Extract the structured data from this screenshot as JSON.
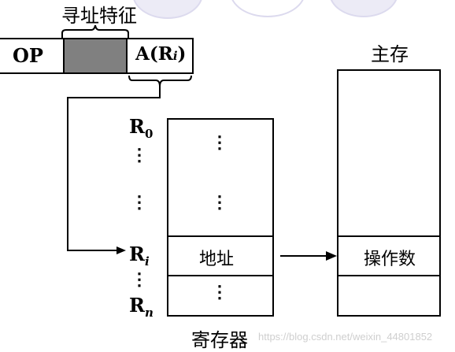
{
  "addressing_title": "寻址特征",
  "instruction": {
    "op": "OP",
    "addr_prefix": "A(R",
    "addr_sub": "i",
    "addr_suffix": ")"
  },
  "memory_title": "主存",
  "registers": {
    "r0": "R",
    "r0_sub": "0",
    "ri": "R",
    "ri_sub": "i",
    "rn": "R",
    "rn_sub": "n",
    "dots": "⋮",
    "title": "寄存器",
    "addr_cell": "地址"
  },
  "memory": {
    "operand_cell": "操作数"
  },
  "watermark": "https://blog.csdn.net/weixin_44801852",
  "colors": {
    "opcode_shade": "#808080",
    "decor": "#ecebf6"
  }
}
